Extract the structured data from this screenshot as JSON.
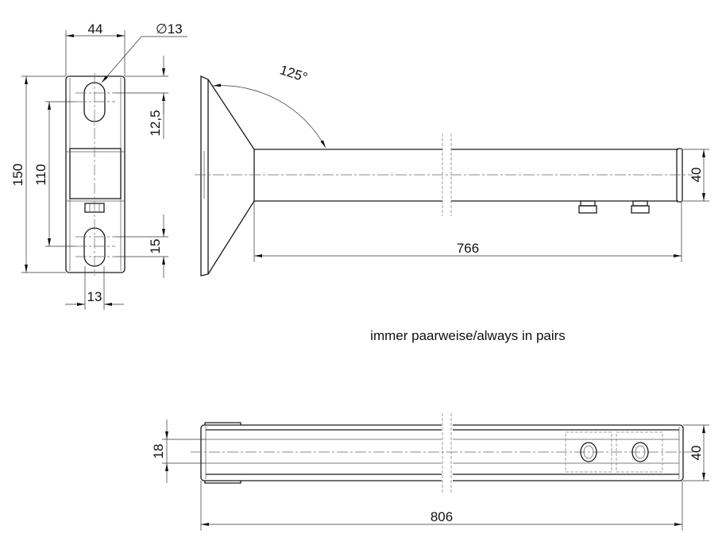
{
  "dimensions": {
    "front_width": "44",
    "hole_diameter": "∅13",
    "front_height": "150",
    "slot_spacing": "110",
    "slot_offset_top": "12,5",
    "slot_length": "15",
    "slot_width": "13",
    "flange_angle": "125°",
    "arm_height_side": "40",
    "arm_length": "766",
    "arm_width_top": "18",
    "arm_height_top": "40",
    "total_length": "806"
  },
  "note": "immer paarweise/always in pairs"
}
